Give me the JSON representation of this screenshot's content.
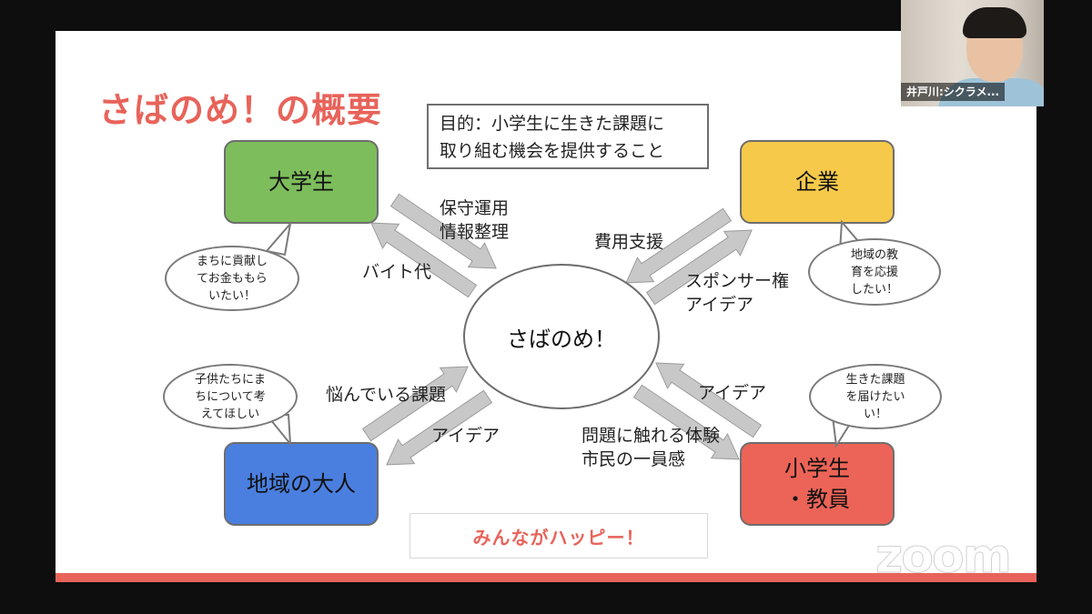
{
  "slide": {
    "title": "さばのめ！の概要",
    "purpose": "目的：小学生に生きた課題に\n取り組む機会を提供すること",
    "center": "さばのめ！",
    "nodes": {
      "university": "大学生",
      "company": "企業",
      "locals": "地域の大人",
      "school": "小学生\n・教員"
    },
    "bubbles": {
      "university": "まちに貢献し\nてお金ももら\nいたい！",
      "company": "地域の教\n育を応援\nしたい！",
      "locals": "子供たちにま\nちについて考\nえてほしい",
      "school": "生きた課題\nを届けたい\nい！"
    },
    "labels": {
      "maintenance": "保守運用\n情報整理",
      "part_time": "バイト代",
      "funding": "費用支援",
      "sponsor": "スポンサー権\nアイデア",
      "worries": "悩んでいる課題",
      "idea_locals": "アイデア",
      "idea_school": "アイデア",
      "experience": "問題に触れる体験\n市民の一員感"
    },
    "footer": "みんながハッピー！"
  },
  "participant": {
    "name": "井戸川:シクラメ..."
  },
  "watermark": "zoom",
  "colors": {
    "accent_red": "#e8635a",
    "university_green": "#7dbd5c",
    "company_yellow": "#f6c94a",
    "locals_blue": "#4a7fe0",
    "school_red": "#ec6457",
    "arrow_gray": "#c8c8c8"
  }
}
